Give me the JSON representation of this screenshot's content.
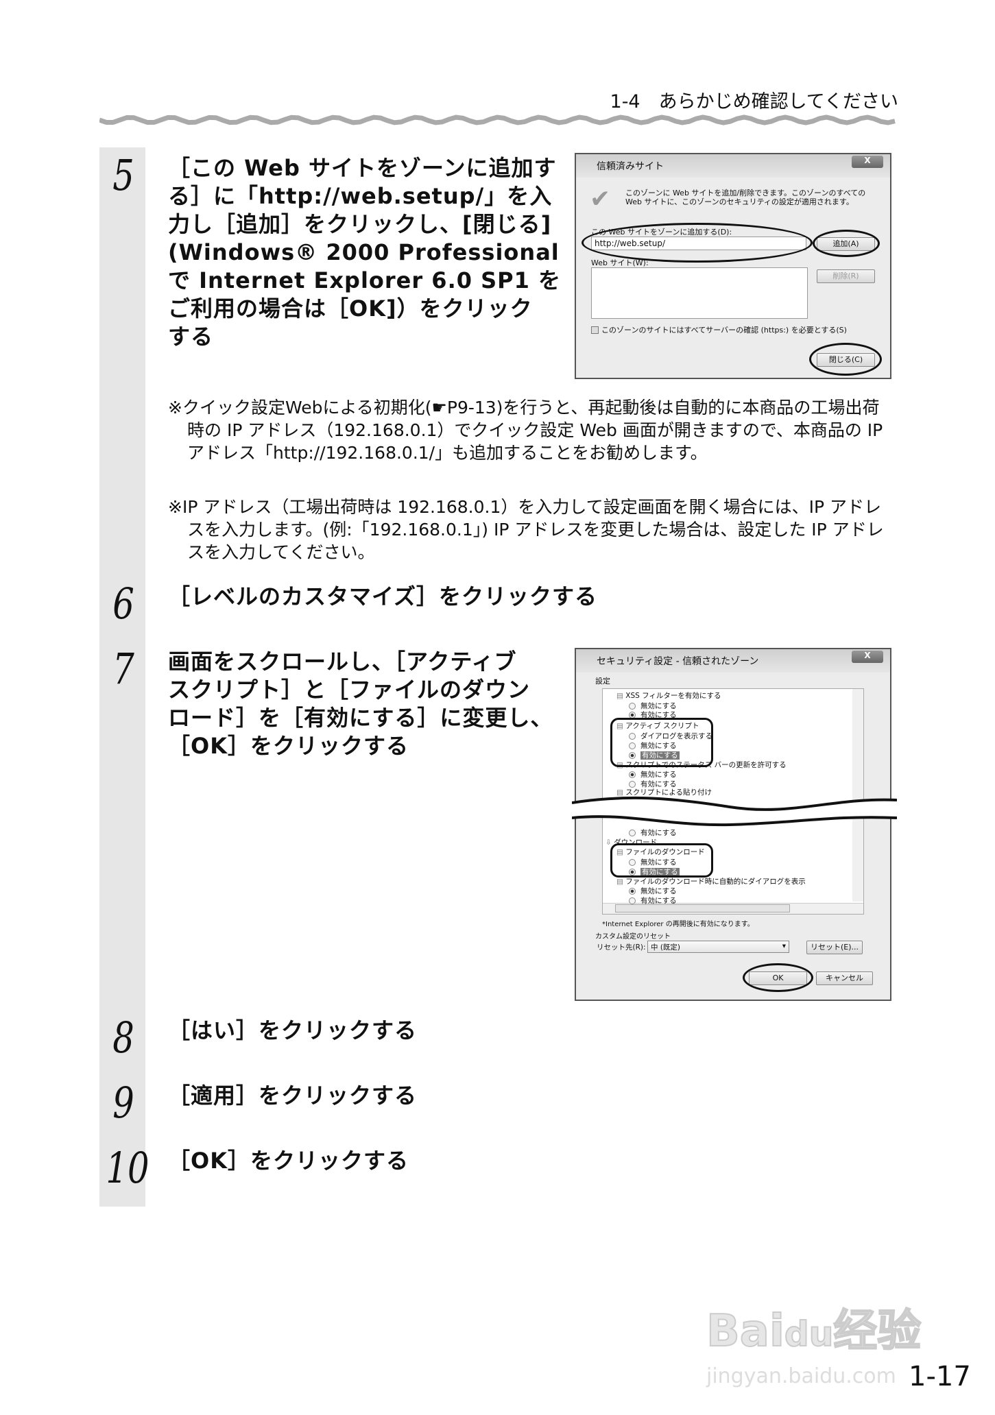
{
  "header": {
    "section": "1-4　あらかじめ確認してください"
  },
  "steps": [
    {
      "number": "5",
      "lines": [
        "［この Web サイトをゾーンに追加す",
        "る］に「http://web.setup/」を入",
        "力し［追加］をクリックし、[閉じる]",
        "(Windows® 2000 Professional",
        "で Internet Explorer 6.0 SP1 を",
        "ご利用の場合は［OK]）をクリック",
        "する"
      ]
    },
    {
      "number": "6",
      "lines": [
        "［レベルのカスタマイズ］をクリックする"
      ]
    },
    {
      "number": "7",
      "lines": [
        "画面をスクロールし、［アクティブ",
        "スクリプト］と［ファイルのダウン",
        "ロード］を［有効にする］に変更し、",
        "［OK］をクリックする"
      ]
    },
    {
      "number": "8",
      "lines": [
        "［はい］をクリックする"
      ]
    },
    {
      "number": "9",
      "lines": [
        "［適用］をクリックする"
      ]
    },
    {
      "number": "10",
      "lines": [
        "［OK］をクリックする"
      ]
    }
  ],
  "notes": [
    "※クイック設定Webによる初期化(☛P9-13)を行うと、再起動後は自動的に本商品の工場出荷時の IP アドレス（192.168.0.1）でクイック設定 Web 画面が開きますので、本商品の IP アドレス「http://192.168.0.1/」も追加することをお勧めします。",
    "※IP アドレス（工場出荷時は 192.168.0.1）を入力して設定画面を開く場合には、IP アドレスを入力します。(例:「192.168.0.1」) IP アドレスを変更した場合は、設定した IP アドレスを入力してください。"
  ],
  "dialog1": {
    "title": "信頼済みサイト",
    "close": "X",
    "description": "このゾーンに Web サイトを追加/削除できます。このゾーンのすべての Web サイトに、このゾーンのセキュリティの設定が適用されます。",
    "add_label": "この Web サイトをゾーンに追加する(D):",
    "url_value": "http://web.setup/",
    "add_button": "追加(A)",
    "sites_label": "Web サイト(W):",
    "remove_button": "削除(R)",
    "https_checkbox": "このゾーンのサイトにはすべてサーバーの確認 (https:) を必要とする(S)",
    "https_checked": false,
    "close_button": "閉じる(C)"
  },
  "dialog2": {
    "title": "セキュリティ設定 - 信頼されたゾーン",
    "close": "X",
    "settings_label": "設定",
    "rows": [
      {
        "type": "item",
        "text": "XSS フィルターを有効にする"
      },
      {
        "type": "radio",
        "text": "無効にする",
        "checked": false
      },
      {
        "type": "radio",
        "text": "有効にする",
        "checked": true
      },
      {
        "type": "item",
        "text": "アクティブ スクリプト"
      },
      {
        "type": "radio",
        "text": "ダイアログを表示する",
        "checked": false
      },
      {
        "type": "radio",
        "text": "無効にする",
        "checked": false
      },
      {
        "type": "radio",
        "text": "有効にする",
        "checked": true,
        "selected": true
      },
      {
        "type": "item",
        "text": "スクリプトでのステータス バーの更新を許可する"
      },
      {
        "type": "radio",
        "text": "無効にする",
        "checked": true
      },
      {
        "type": "radio",
        "text": "有効にする",
        "checked": false
      },
      {
        "type": "item",
        "text": "スクリプトによる貼り付け"
      },
      {
        "type": "radio",
        "text": "有効にする",
        "checked": false
      },
      {
        "type": "group",
        "text": "ダウンロード"
      },
      {
        "type": "item",
        "text": "ファイルのダウンロード"
      },
      {
        "type": "radio",
        "text": "無効にする",
        "checked": false
      },
      {
        "type": "radio",
        "text": "有効にする",
        "checked": true,
        "selected": true
      },
      {
        "type": "item",
        "text": "ファイルのダウンロード時に自動的にダイアログを表示"
      },
      {
        "type": "radio",
        "text": "無効にする",
        "checked": true
      },
      {
        "type": "radio",
        "text": "有効にする",
        "checked": false
      }
    ],
    "restart_note": "*Internet Explorer の再開後に有効になります。",
    "reset_group": "カスタム設定のリセット",
    "reset_to_label": "リセット先(R):",
    "reset_value": "中 (既定)",
    "reset_button": "リセット(E)...",
    "ok_button": "OK",
    "cancel_button": "キャンセル"
  },
  "page_number": "1-17",
  "watermark": "Baidu经验 jingyan.baidu.com"
}
